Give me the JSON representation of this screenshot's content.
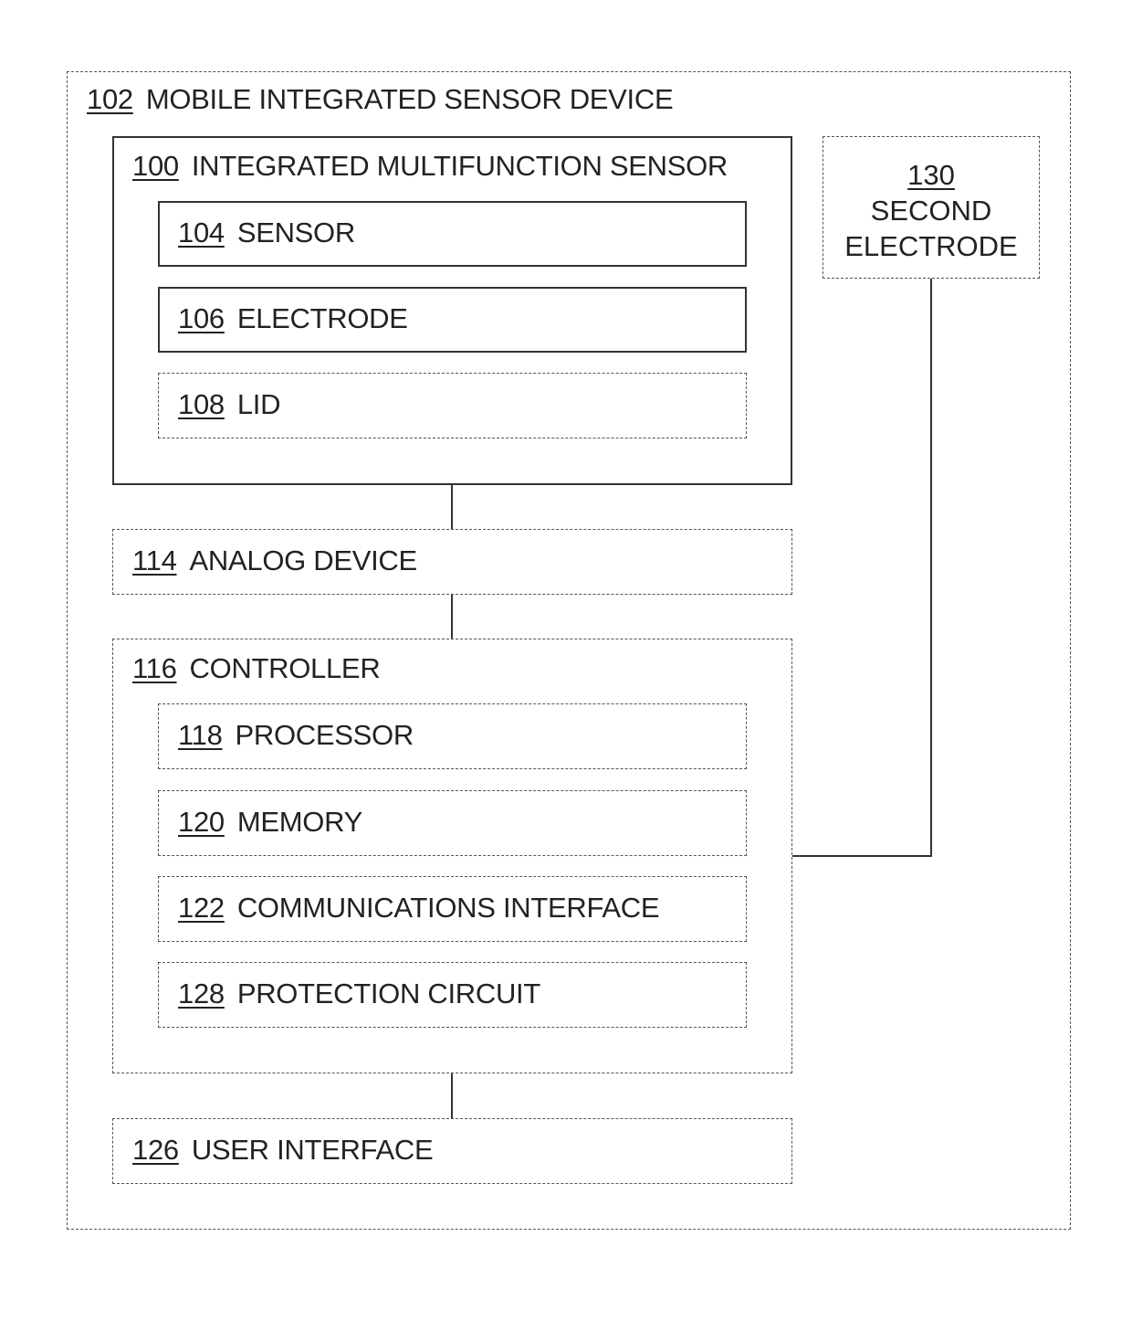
{
  "device": {
    "ref": "102",
    "name": "MOBILE INTEGRATED SENSOR DEVICE"
  },
  "sensor_block": {
    "ref": "100",
    "name": "INTEGRATED MULTIFUNCTION SENSOR",
    "items": [
      {
        "ref": "104",
        "name": "SENSOR"
      },
      {
        "ref": "106",
        "name": "ELECTRODE"
      },
      {
        "ref": "108",
        "name": "LID"
      }
    ]
  },
  "second_electrode": {
    "ref": "130",
    "line1": "SECOND",
    "line2": "ELECTRODE"
  },
  "analog_device": {
    "ref": "114",
    "name": "ANALOG DEVICE"
  },
  "controller": {
    "ref": "116",
    "name": "CONTROLLER",
    "items": [
      {
        "ref": "118",
        "name": "PROCESSOR"
      },
      {
        "ref": "120",
        "name": "MEMORY"
      },
      {
        "ref": "122",
        "name": "COMMUNICATIONS INTERFACE"
      },
      {
        "ref": "128",
        "name": "PROTECTION CIRCUIT"
      }
    ]
  },
  "user_interface": {
    "ref": "126",
    "name": "USER INTERFACE"
  }
}
